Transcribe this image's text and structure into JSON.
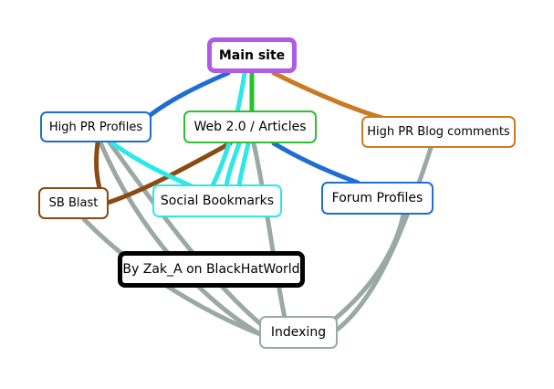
{
  "nodes": {
    "main_site": "Main site",
    "high_pr_profiles": "High PR Profiles",
    "web20_articles": "Web 2.0 / Articles",
    "high_pr_blog_comments": "High PR Blog comments",
    "sb_blast": "SB Blast",
    "social_bookmarks": "Social Bookmarks",
    "forum_profiles": "Forum Profiles",
    "credit": "By Zak_A on BlackHatWorld",
    "indexing": "Indexing"
  },
  "colors": {
    "main_site_border": "#b05ae6",
    "profiles_border": "#1f6dd1",
    "web20_border": "#2fbf2f",
    "blog_comments_border": "#cc7a22",
    "sb_blast_border": "#8b4a12",
    "social_bookmarks_border": "#2ee8e8",
    "credit_border": "#000000",
    "indexing_border": "#9aa9a4",
    "edge_blue": "#1f6dd1",
    "edge_cyan": "#2ee8e8",
    "edge_green": "#22c22a",
    "edge_orange": "#cc7a22",
    "edge_brown": "#8b4a12",
    "edge_gray": "#9aa9a4"
  }
}
